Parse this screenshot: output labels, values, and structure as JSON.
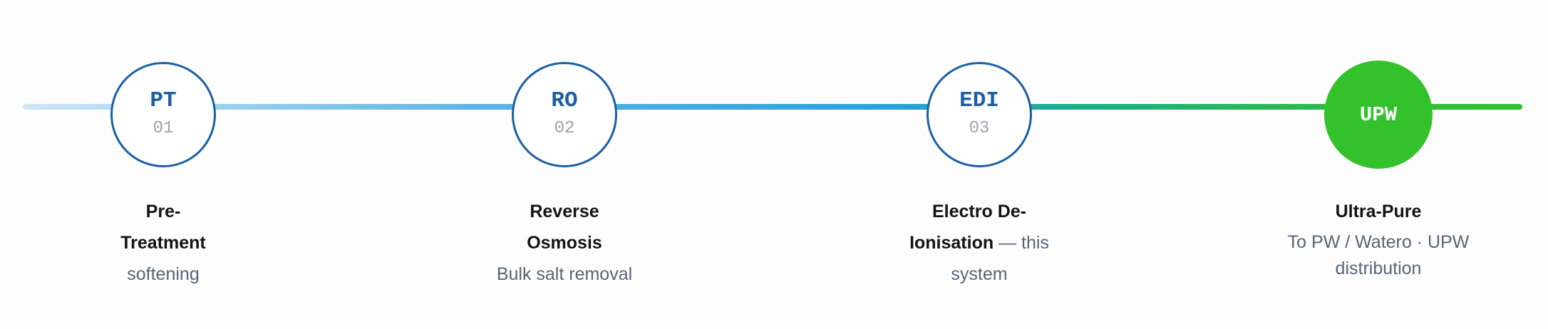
{
  "stages": [
    {
      "code": "PT",
      "num": "01",
      "title_lines": [
        "Pre-",
        "Treatment"
      ],
      "desc": "softening"
    },
    {
      "code": "RO",
      "num": "02",
      "title_lines": [
        "Reverse",
        "Osmosis"
      ],
      "desc": "Bulk salt removal"
    },
    {
      "code": "EDI",
      "num": "03",
      "title_line1": "Electro De-",
      "title_line2": "Ionisation",
      "inline_desc": "— this",
      "desc": "system"
    },
    {
      "code": "UPW",
      "title": "Ultra-Pure",
      "desc_line1": "To PW / Watero · UPW",
      "desc_line2": "distribution"
    }
  ],
  "colors": {
    "node_border": "#1b5fa6",
    "final_fill": "#33c22c",
    "line_start": "#cfe6f6",
    "line_mid": "#2a9fdc",
    "line_end": "#33c22c"
  }
}
